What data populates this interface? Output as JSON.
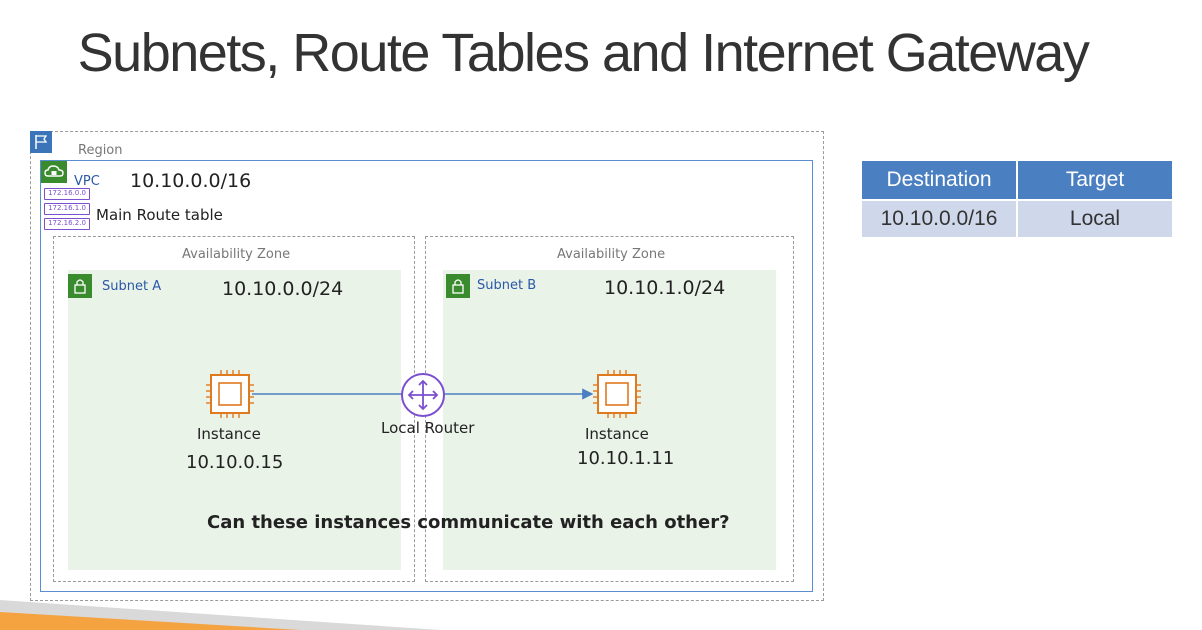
{
  "title": "Subnets, Route Tables and Internet Gateway",
  "region": {
    "label": "Region"
  },
  "vpc": {
    "label": "VPC",
    "cidr": "10.10.0.0/16",
    "route_table_label": "Main Route table",
    "route_table_chips": [
      "172.16.0.0",
      "172.16.1.0",
      "172.16.2.0"
    ]
  },
  "zones": [
    {
      "label": "Availability Zone",
      "subnet": {
        "label": "Subnet A",
        "cidr": "10.10.0.0/24",
        "instance": {
          "label": "Instance",
          "ip": "10.10.0.15"
        }
      }
    },
    {
      "label": "Availability Zone",
      "subnet": {
        "label": "Subnet B",
        "cidr": "10.10.1.0/24",
        "instance": {
          "label": "Instance",
          "ip": "10.10.1.11"
        }
      }
    }
  ],
  "router": {
    "label": "Local Router"
  },
  "question": "Can these instances communicate with each other?",
  "route_table": {
    "headers": [
      "Destination",
      "Target"
    ],
    "rows": [
      [
        "10.10.0.0/16",
        "Local"
      ]
    ]
  },
  "colors": {
    "vpc_border": "#5a8ed0",
    "subnet_fill": "#e9f3e8",
    "router": "#7b4fcf",
    "instance": "#e07a1f",
    "table_header": "#4a7fc1",
    "table_row": "#cfd8eb"
  },
  "icons": {
    "region": "flag-icon",
    "vpc": "cloud-lock-icon",
    "subnet": "lock-icon",
    "instance": "ec2-chip-icon",
    "router": "router-icon"
  }
}
